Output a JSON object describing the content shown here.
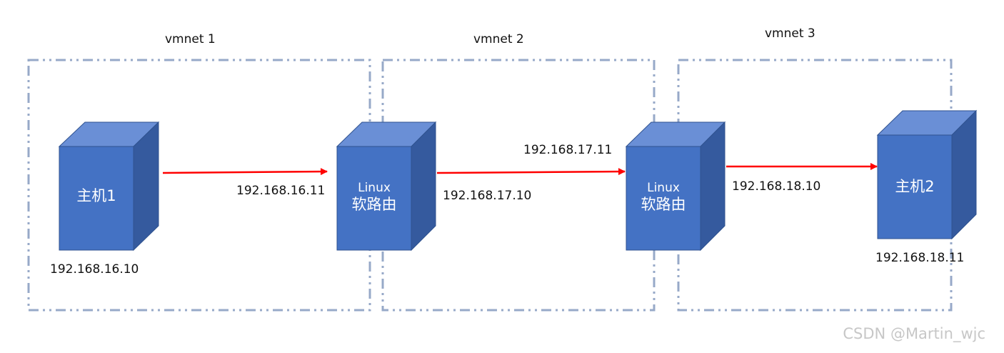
{
  "networks": [
    {
      "label": "vmnet 1"
    },
    {
      "label": "vmnet 2"
    },
    {
      "label": "vmnet 3"
    }
  ],
  "devices": {
    "host1": {
      "label": "主机1",
      "ip": "192.168.16.10"
    },
    "router1": {
      "line1": "Linux",
      "line2": "软路由",
      "ip_in": "192.168.16.11",
      "ip_out": "192.168.17.10"
    },
    "router2": {
      "line1": "Linux",
      "line2": "软路由",
      "ip_in": "192.168.17.11",
      "ip_out": "192.168.18.10"
    },
    "host2": {
      "label": "主机2",
      "ip": "192.168.18.11"
    }
  },
  "colors": {
    "box_front": "#4472c4",
    "box_top": "#6a8fd6",
    "box_side": "#355a9e",
    "box_edge": "#2f528f",
    "arrow": "#ff0000",
    "frame": "#97a9c8"
  },
  "watermark": "CSDN @Martin_wjc"
}
